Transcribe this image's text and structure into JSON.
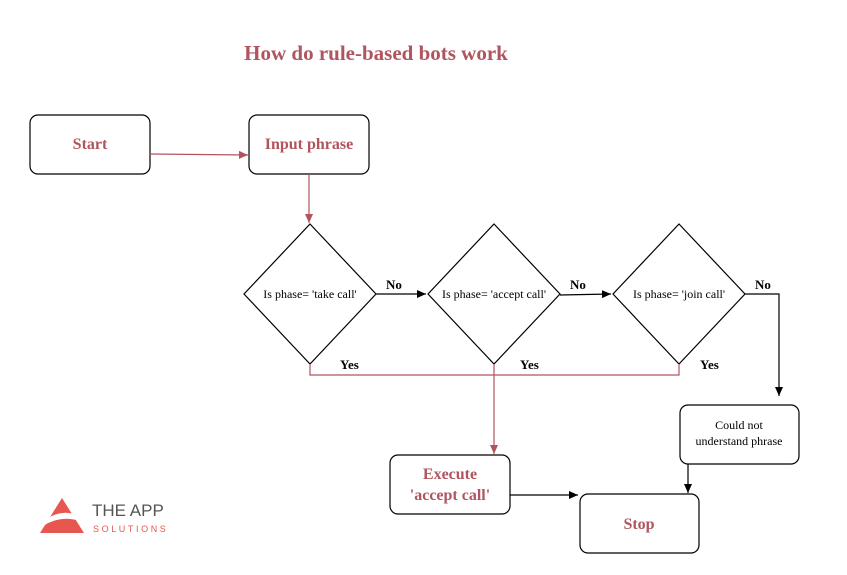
{
  "title": "How do rule-based bots work",
  "nodes": {
    "start": "Start",
    "input": "Input phrase",
    "decision1": "Is phase= 'take call'",
    "decision2": "Is phase= 'accept call'",
    "decision3": "Is phase= 'join call'",
    "not_understood_line1": "Could not",
    "not_understood_line2": "understand phrase",
    "execute_line1": "Execute",
    "execute_line2": "'accept call'",
    "stop": "Stop"
  },
  "edges": {
    "no1": "No",
    "no2": "No",
    "no3": "No",
    "yes1": "Yes",
    "yes2": "Yes",
    "yes3": "Yes"
  },
  "logo": {
    "name": "THE APP",
    "tagline": "SOLUTIONS"
  },
  "colors": {
    "accent": "#b0545e",
    "line": "#000000",
    "logo_text": "#555555",
    "logo_mark": "#e8574f"
  }
}
